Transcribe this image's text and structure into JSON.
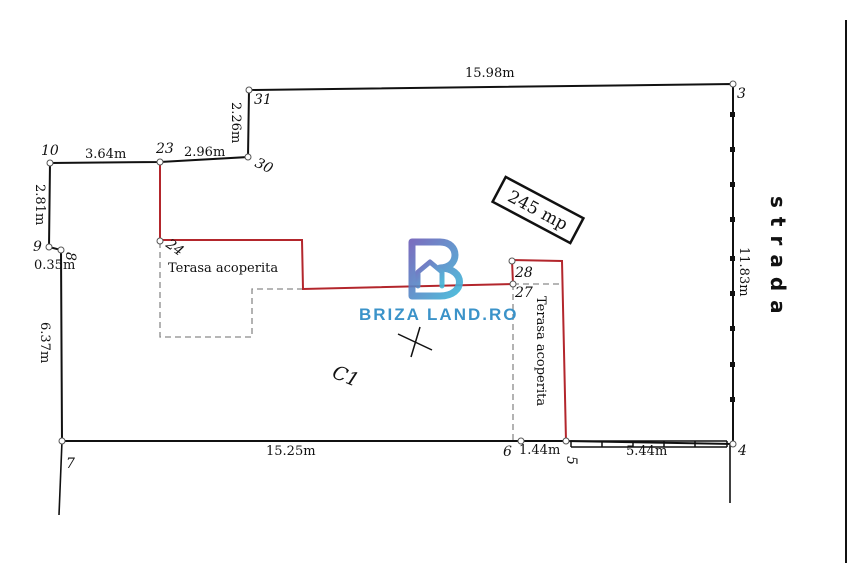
{
  "dimensions": {
    "top": "15.98m",
    "north_a": "2.26m",
    "north_b": "2.96m",
    "north_c": "3.64m",
    "west_a": "2.81m",
    "west_b": "0.35m",
    "west_c": "6.37m",
    "south_a": "15.25m",
    "south_b": "1.44m",
    "south_c": "5.44m",
    "east": "11.83m"
  },
  "points": [
    "3",
    "31",
    "30",
    "23",
    "10",
    "9",
    "8",
    "7",
    "6",
    "5",
    "4",
    "24",
    "28",
    "27"
  ],
  "labels": {
    "terrace_left": "Terasa acoperita",
    "terrace_right": "Terasa acoperita",
    "street": "strada",
    "area": "245 mp",
    "building": "C1",
    "brand": "BRIZA LAND.RO"
  },
  "colors": {
    "boundary": "#111111",
    "building": "#b3262c",
    "terrace": "#8a8a8a",
    "brand_gradient_start": "#6b5fb8",
    "brand_gradient_end": "#3fb7d8"
  }
}
